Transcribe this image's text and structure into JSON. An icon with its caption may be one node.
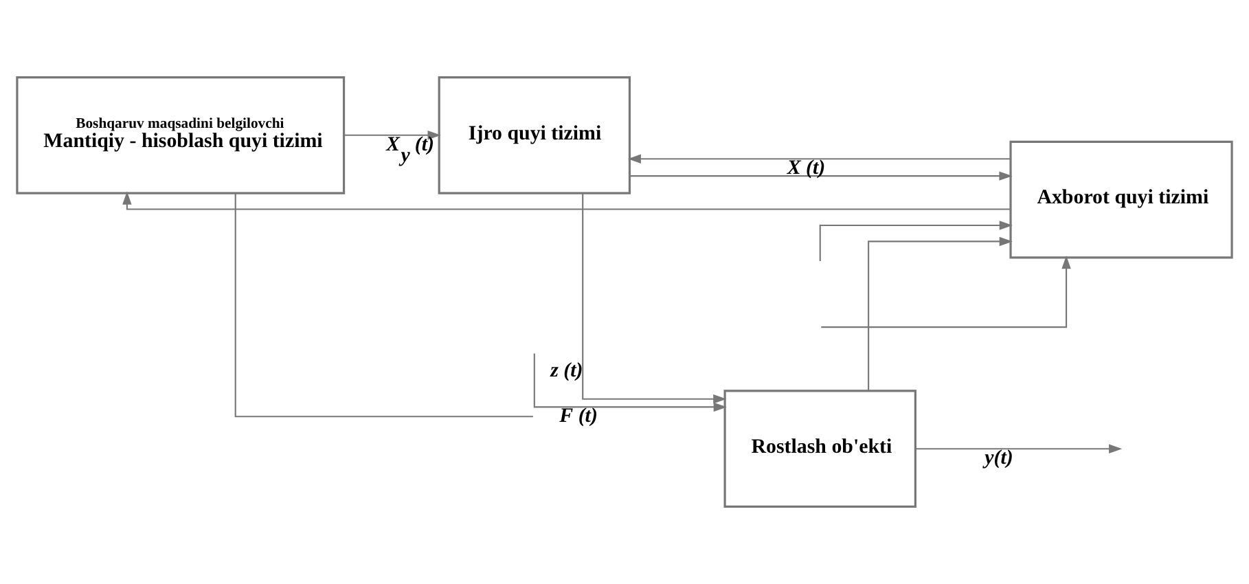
{
  "diagram": {
    "nodes": [
      {
        "text": [
          "Boshqaruv maqsadini belgilovchi",
          "Mantiqiy - hisoblash quyi tizimi"
        ]
      },
      {
        "text": [
          "Ijro quyi tizimi"
        ]
      },
      {
        "text": [
          "Rostlash ob'ekti"
        ]
      },
      {
        "text": [
          "Axborot quyi tizimi"
        ]
      }
    ],
    "edges": [
      {
        "from": 0,
        "to": 1,
        "arrow": "to",
        "label": "X$_{y}$ (t)"
      },
      {
        "from": 1,
        "to": 2,
        "arrow": "to",
        "label": "z (t)"
      },
      {
        "from": null,
        "to": 2,
        "arrow": "to",
        "label": "F (t)"
      },
      {
        "from": 2,
        "to": null,
        "arrow": "to",
        "label": "y(t)"
      },
      {
        "from": 3,
        "to": 1,
        "arrow": "to",
        "label": "X (t)"
      },
      {
        "from": 1,
        "to": 3,
        "arrow": "to"
      },
      {
        "from": 2,
        "to": 3,
        "arrow": "to"
      },
      {
        "from": null,
        "to": 3,
        "arrow": "to"
      },
      {
        "from": 3,
        "to": 0,
        "arrow": "to"
      },
      {
        "from": 0,
        "to": null,
        "arrow": "none"
      },
      {
        "from": null,
        "to": 3,
        "arrow": "to"
      }
    ]
  }
}
